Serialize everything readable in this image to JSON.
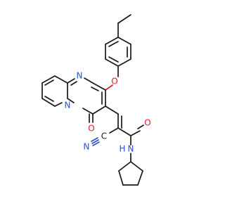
{
  "molecule": {
    "atoms": {
      "n_ring_top": "N",
      "n_ring_bridge": "N",
      "o_ether": "O",
      "o_ketone": "O",
      "o_amide": "O",
      "n_nitrile": "N",
      "c_nitrile": "C",
      "n_amide": "N",
      "h_amide": "H"
    },
    "colors": {
      "carbon": "#1a1a1a",
      "nitrogen": "#3050d0",
      "oxygen": "#e02020"
    }
  }
}
